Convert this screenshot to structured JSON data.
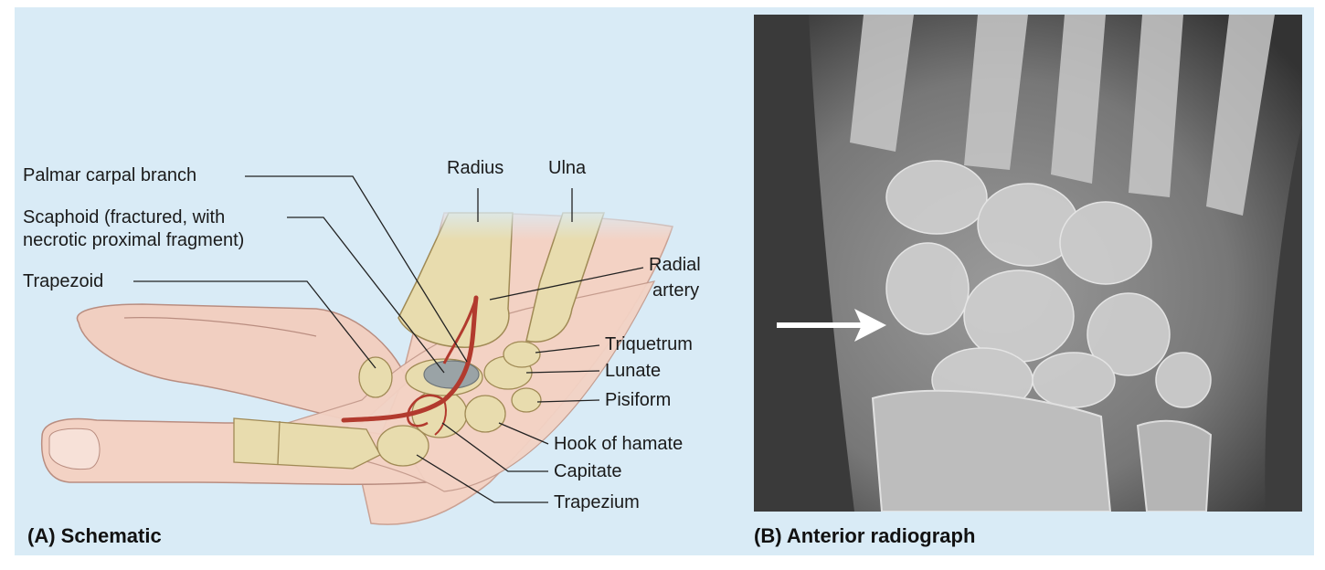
{
  "panel_a": {
    "caption": "(A) Schematic",
    "labels": {
      "palmar_carpal_branch": "Palmar carpal branch",
      "scaphoid_line1": "Scaphoid (fractured, with",
      "scaphoid_line2": "necrotic proximal fragment)",
      "trapezoid": "Trapezoid",
      "radius": "Radius",
      "ulna": "Ulna",
      "radial_artery_line1": "Radial",
      "radial_artery_line2": "artery",
      "triquetrum": "Triquetrum",
      "lunate": "Lunate",
      "pisiform": "Pisiform",
      "hook_of_hamate": "Hook of hamate",
      "capitate": "Capitate",
      "trapezium": "Trapezium"
    }
  },
  "panel_b": {
    "caption": "(B) Anterior radiograph"
  },
  "colors": {
    "background": "#d9ebf6",
    "skin": "#f3d2c4",
    "bone": "#e8dcae",
    "artery": "#b23a2e",
    "fracture": "#9aa3a6"
  }
}
